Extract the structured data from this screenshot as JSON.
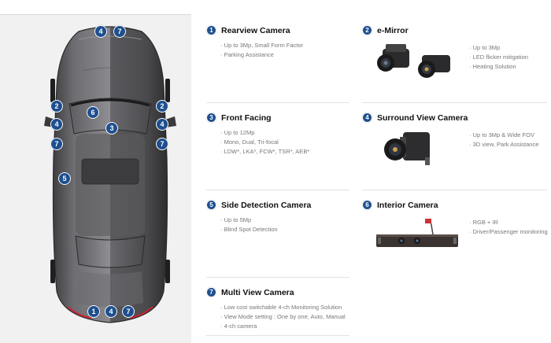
{
  "badges": {
    "top": [
      "4",
      "7"
    ],
    "left": [
      "2",
      "4",
      "7",
      "5"
    ],
    "center": [
      "6",
      "3"
    ],
    "right": [
      "2",
      "4",
      "7"
    ],
    "bottom": [
      "1",
      "4",
      "7"
    ]
  },
  "sections": [
    {
      "num": "1",
      "title": "Rearview Camera",
      "items": [
        "Up to 3Mp, Small Form Factor",
        "Parking Assistance"
      ]
    },
    {
      "num": "2",
      "title": "e-Mirror",
      "items": [
        "Up to 3Mp",
        "LED flicker mitigation",
        "Heating Solution"
      ]
    },
    {
      "num": "3",
      "title": "Front Facing",
      "items": [
        "Up to 12Mp",
        "Mono, Dual, Tri-focal",
        "LDW*, LKA*, FCW*, TSR*, AEB*"
      ]
    },
    {
      "num": "4",
      "title": "Surround View Camera",
      "items": [
        "Up to 3Mp & Wide FOV",
        "3D view, Park Assistance"
      ]
    },
    {
      "num": "5",
      "title": "Side Detection Camera",
      "items": [
        "Up to 5Mp",
        "Blind Spot Detection"
      ]
    },
    {
      "num": "6",
      "title": "Interior Camera",
      "items": [
        "RGB + IR",
        "Driver/Passenger monitoring"
      ]
    },
    {
      "num": "7",
      "title": "Multi View Camera",
      "items": [
        "Low cost switchable 4-ch Monitoring Solution",
        "View Mode setting : One by one, Auto, Manual",
        "4-ch camera"
      ]
    }
  ],
  "colors": {
    "badge": "#1e4f8f",
    "panel": "#f1f1f2",
    "car_body": "#6a6a6d"
  }
}
